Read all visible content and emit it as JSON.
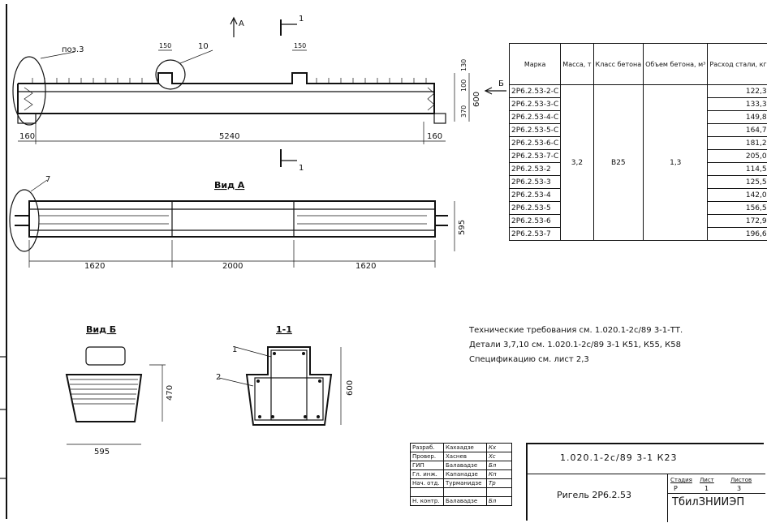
{
  "drawing": {
    "section_marker": "1",
    "view_marker_a": "А",
    "view_marker_b": "Б",
    "pos_label_3": "поз.3",
    "pos_label_10": "10",
    "pos_label_7": "7",
    "pos_label_1": "1",
    "pos_label_2": "2",
    "dim_150_left": "150",
    "dim_150_right": "150",
    "dim_130": "130",
    "dim_100": "100",
    "dim_370": "370",
    "dim_600_elev": "600",
    "dim_160_left": "160",
    "dim_5240": "5240",
    "dim_160_right": "160",
    "view_a_title": "Вид А",
    "dim_595_plan": "595",
    "dim_1620_left": "1620",
    "dim_2000": "2000",
    "dim_1620_right": "1620",
    "view_b_title": "Вид Б",
    "dim_470": "470",
    "dim_595_view_b": "595",
    "section_title": "1-1",
    "dim_600_section": "600"
  },
  "spec_table": {
    "headers": {
      "mark": "Марка",
      "mass": "Масса, т",
      "concrete_class": "Класс бетона",
      "volume": "Объем бетона, м³",
      "steel": "Расход стали, кг"
    },
    "shared": {
      "mass": "3,2",
      "concrete_class": "В25",
      "volume": "1,3"
    },
    "rows": [
      {
        "mark": "2Р6.2.53-2-С",
        "steel": "122,3"
      },
      {
        "mark": "2Р6.2.53-3-С",
        "steel": "133,3"
      },
      {
        "mark": "2Р6.2.53-4-С",
        "steel": "149,8"
      },
      {
        "mark": "2Р6.2.53-5-С",
        "steel": "164,7"
      },
      {
        "mark": "2Р6.2.53-6-С",
        "steel": "181,2"
      },
      {
        "mark": "2Р6.2.53-7-С",
        "steel": "205,0"
      },
      {
        "mark": "2Р6.2.53-2",
        "steel": "114,5"
      },
      {
        "mark": "2Р6.2.53-3",
        "steel": "125,5"
      },
      {
        "mark": "2Р6.2.53-4",
        "steel": "142,0"
      },
      {
        "mark": "2Р6.2.53-5",
        "steel": "156,5"
      },
      {
        "mark": "2Р6.2.53-6",
        "steel": "172,9"
      },
      {
        "mark": "2Р6.2.53-7",
        "steel": "196,6"
      }
    ]
  },
  "notes": {
    "line1": "Технические требования см. 1.020.1-2с/89 3-1-ТТ.",
    "line2": "Детали 3,7,10  см. 1.020.1-2с/89 3-1 К51, К55, К58",
    "line3": "Спецификацию см. лист 2,3"
  },
  "title_block": {
    "signatures": [
      {
        "role": "Разраб.",
        "name": "Кахаадзе",
        "sig": "Кх"
      },
      {
        "role": "Провер.",
        "name": "Хаснев",
        "sig": "Хс"
      },
      {
        "role": "ГИП",
        "name": "Балавадзе",
        "sig": "Бл"
      },
      {
        "role": "Гл. инж.",
        "name": "Капанадзе",
        "sig": "Кп"
      },
      {
        "role": "Нач. отд.",
        "name": "Турманидзе",
        "sig": "Тр"
      },
      {
        "role": "",
        "name": "",
        "sig": ""
      },
      {
        "role": "Н. контр.",
        "name": "Балавадзе",
        "sig": "Бл"
      }
    ],
    "doc_code": "1.020.1-2с/89 3-1 К23",
    "part_name": "Ригель 2Р6.2.53",
    "stage_label": "Стадия",
    "sheet_label": "Лист",
    "sheets_label": "Листов",
    "stage_value": "Р",
    "sheet_value": "1",
    "sheets_value": "3",
    "organization": "ТбилЗНИИЭП"
  }
}
